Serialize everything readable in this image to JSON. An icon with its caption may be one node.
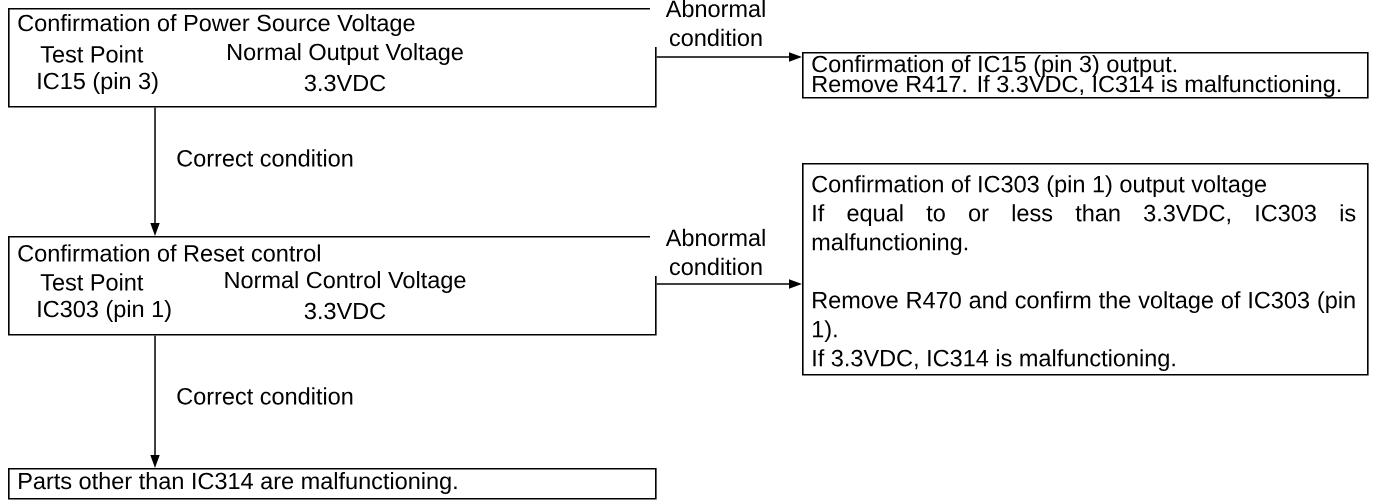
{
  "diagram": {
    "nodes": [
      {
        "text": [
          "Confirmation of Power Source Voltage",
          "Test Point",
          "Normal Output Voltage",
          "IC15 (pin 3)",
          "3.3VDC"
        ]
      },
      {
        "text": [
          "Confirmation of IC15 (pin 3) output.",
          "Remove R417. If 3.3VDC, IC314 is malfunctioning."
        ]
      },
      {
        "text": [
          "Confirmation of Reset control",
          "Test Point",
          "Normal Control Voltage",
          "IC303 (pin 1)",
          "3.3VDC"
        ]
      },
      {
        "text": [
          "Confirmation of IC303 (pin 1) output voltage",
          "If equal to or less than 3.3VDC, IC303 is malfunctioning.",
          "Remove R470 and confirm the voltage of IC303 (pin 1).",
          "If 3.3VDC, IC314 is malfunctioning."
        ]
      },
      {
        "text": [
          "Parts other than IC314 are malfunctioning."
        ]
      }
    ],
    "edges": [
      {
        "from": 0,
        "to": 1,
        "arrow": "to",
        "label": "Abnormal condition"
      },
      {
        "from": 0,
        "to": 2,
        "arrow": "to",
        "label": "Correct condition"
      },
      {
        "from": 2,
        "to": 3,
        "arrow": "to",
        "label": "Abnormal condition"
      },
      {
        "from": 2,
        "to": 4,
        "arrow": "to",
        "label": "Correct condition"
      }
    ]
  }
}
